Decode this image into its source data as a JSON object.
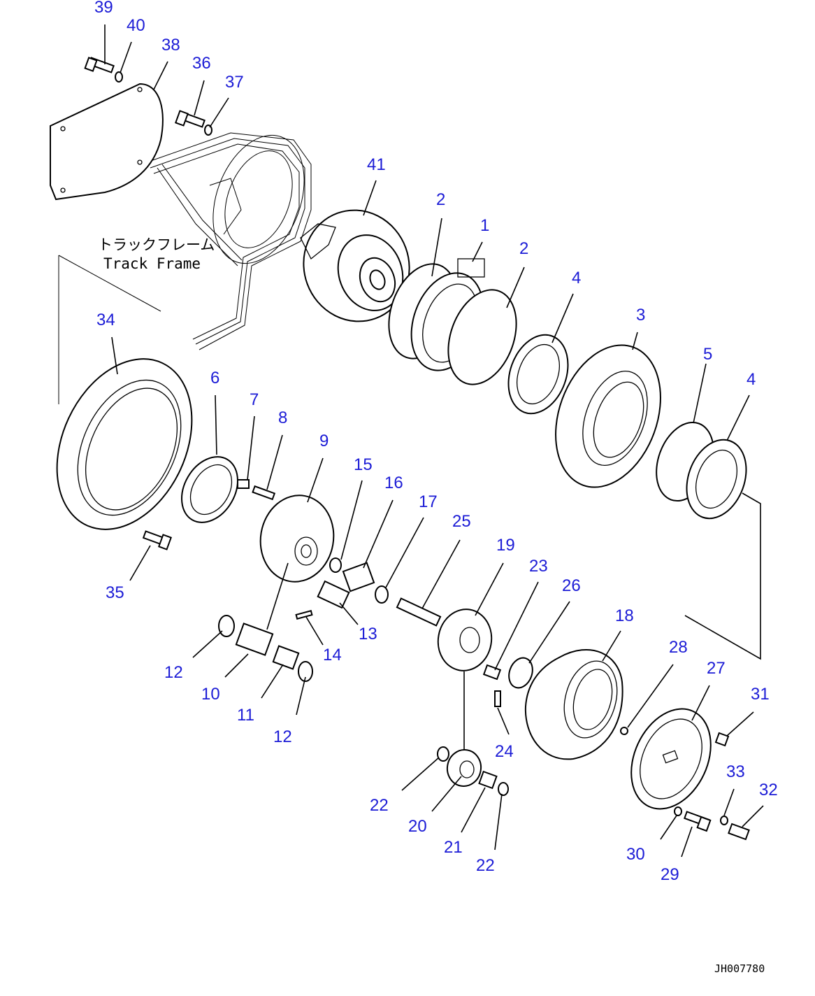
{
  "frame_label_jp": "トラックフレーム",
  "frame_label_en": "Track Frame",
  "drawing_code": "JH007780",
  "callouts": {
    "c1": "1",
    "c2a": "2",
    "c2b": "2",
    "c3": "3",
    "c4a": "4",
    "c4b": "4",
    "c5": "5",
    "c6": "6",
    "c7": "7",
    "c8": "8",
    "c9": "9",
    "c10": "10",
    "c11": "11",
    "c12a": "12",
    "c12b": "12",
    "c13": "13",
    "c14": "14",
    "c15": "15",
    "c16": "16",
    "c17": "17",
    "c18": "18",
    "c19": "19",
    "c20": "20",
    "c21": "21",
    "c22a": "22",
    "c22b": "22",
    "c23": "23",
    "c24": "24",
    "c25": "25",
    "c26": "26",
    "c27": "27",
    "c28": "28",
    "c29": "29",
    "c30": "30",
    "c31": "31",
    "c32": "32",
    "c33": "33",
    "c34": "34",
    "c35": "35",
    "c36": "36",
    "c37": "37",
    "c38": "38",
    "c39": "39",
    "c40": "40",
    "c41": "41"
  }
}
